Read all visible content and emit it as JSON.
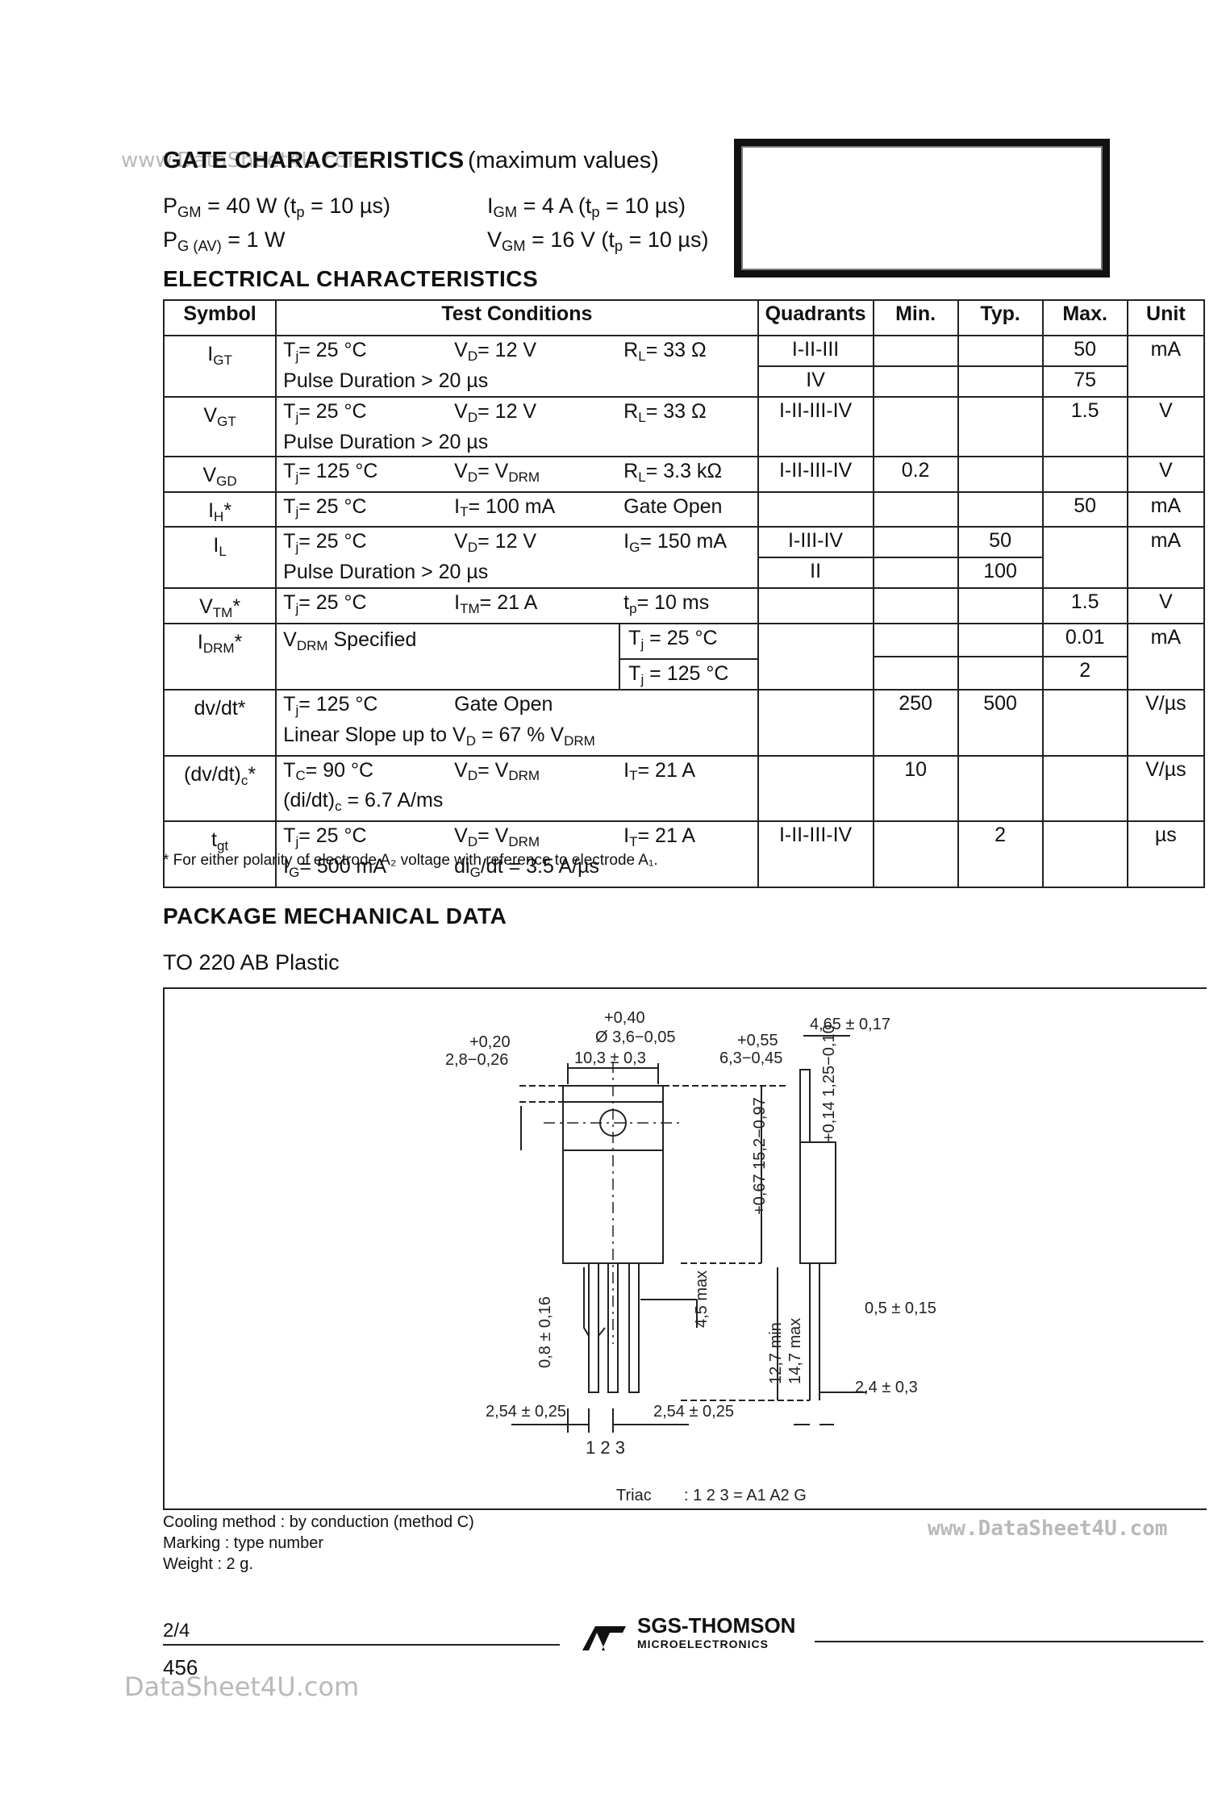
{
  "watermark_top": "www.DataSheet4U.com",
  "gate": {
    "title": "GATE CHARACTERISTICS",
    "subtitle": "(maximum values)",
    "pgm_sym": "P",
    "pgm_sub": "GM",
    "pgm_val": " = 40 W (t",
    "pgm_tsub": "p",
    "pgm_end": " = 10 µs)",
    "igm_sym": "I",
    "igm_sub": "GM",
    "igm_val": " = 4 A (t",
    "igm_tsub": "p",
    "igm_end": " = 10 µs)",
    "pg_sym": "P",
    "pg_sub": "G (AV)",
    "pg_val": " = 1 W",
    "vgm_sym": "V",
    "vgm_sub": "GM",
    "vgm_val": " = 16 V (t",
    "vgm_tsub": "p",
    "vgm_end": " = 10 µs)"
  },
  "elec": {
    "title": "ELECTRICAL  CHARACTERISTICS",
    "headers": [
      "Symbol",
      "Test Conditions",
      "Quadrants",
      "Min.",
      "Typ.",
      "Max.",
      "Unit"
    ],
    "rows": {
      "igt": {
        "s": "I",
        "ss": "GT",
        "tj": "T",
        "tjs": "j",
        "tjv": " =  25 °C",
        "vd": "V",
        "vds": "D",
        "vdv": " = 12 V",
        "rl": "R",
        "rls": "L",
        "rlv": " = 33 Ω",
        "pulse": "Pulse Duration > 20 µs",
        "q1": "I-II-III",
        "q2": "IV",
        "max1": "50",
        "max2": "75",
        "unit": "mA"
      },
      "vgt": {
        "s": "V",
        "ss": "GT",
        "tj": "T",
        "tjs": "j",
        "tjv": " =  25 °C",
        "vd": "V",
        "vds": "D",
        "vdv": " = 12 V",
        "rl": "R",
        "rls": "L",
        "rlv": " = 33 Ω",
        "pulse": "Pulse Duration > 20 µs",
        "q": "I-II-III-IV",
        "max": "1.5",
        "unit": "V"
      },
      "vgd": {
        "s": "V",
        "ss": "GD",
        "tj": "T",
        "tjs": "j",
        "tjv": " = 125 °C",
        "vd": "V",
        "vds": "D",
        "vdv": " = V",
        "vdrm": "DRM",
        "rl": "R",
        "rls": "L",
        "rlv": " = 3.3 kΩ",
        "q": "I-II-III-IV",
        "min": "0.2",
        "unit": "V"
      },
      "ih": {
        "s": "I",
        "ss": "H",
        "star": "*",
        "tj": "T",
        "tjs": "j",
        "tjv": " =  25 °C",
        "it": "I",
        "its": "T",
        "itv": " = 100 mA",
        "go": "Gate Open",
        "max": "50",
        "unit": "mA"
      },
      "il": {
        "s": "I",
        "ss": "L",
        "tj": "T",
        "tjs": "j",
        "tjv": " =  25 °C",
        "vd": "V",
        "vds": "D",
        "vdv": " = 12 V",
        "ig": "I",
        "igs": "G",
        "igv": " = 150 mA",
        "pulse": "Pulse Duration > 20 µs",
        "q1": "I-III-IV",
        "q2": "II",
        "typ1": "50",
        "typ2": "100",
        "unit": "mA"
      },
      "vtm": {
        "s": "V",
        "ss": "TM",
        "star": "*",
        "tj": "T",
        "tjs": "j",
        "tjv": " =  25 °C",
        "itm": "I",
        "itms": "TM",
        "itmv": " = 21 A",
        "tp": "t",
        "tps": "p",
        "tpv": " = 10 ms",
        "max": "1.5",
        "unit": "V"
      },
      "idrm": {
        "s": "I",
        "ss": "DRM",
        "star": "*",
        "vdrm": "V",
        "vdrms": "DRM",
        "spec": " Specified",
        "t1": "T",
        "t1s": "j",
        "t1v": " =  25 °C",
        "t2": "T",
        "t2s": "j",
        "t2v": " = 125 °C",
        "max1": "0.01",
        "max2": "2",
        "unit": "mA"
      },
      "dvdt": {
        "s": "dv/dt*",
        "tj": "T",
        "tjs": "j",
        "tjv": " = 125 °C",
        "go": "Gate Open",
        "lin": "Linear Slope up to V",
        "lins": "D",
        "linv": " = 67 % V",
        "lindrm": "DRM",
        "min": "250",
        "typ": "500",
        "unit": "V/µs"
      },
      "dvdtc": {
        "s": "(dv/dt)",
        "ss": "c",
        "star": "*",
        "tc": "T",
        "tcs": "C",
        "tcv": " = 90 °C",
        "vd": "V",
        "vds": "D",
        "vdv": " = V",
        "vdrm": "DRM",
        "it": "I",
        "its": "T",
        "itv": " = 21 A",
        "di": "(di/dt)",
        "dis": "c",
        "div": " = 6.7 A/ms",
        "min": "10",
        "unit": "V/µs"
      },
      "tgt": {
        "s": "t",
        "ss": "gt",
        "tj": "T",
        "tjs": "j",
        "tjv": " =  25 °C",
        "vd": "V",
        "vds": "D",
        "vdv": " = V",
        "vdrm": "DRM",
        "it": "I",
        "its": "T",
        "itv": " = 21 A",
        "ig": "I",
        "igs": "G",
        "igv": " = 500 mA",
        "dig": "di",
        "digs": "G",
        "digv": "/dt = 3.5 A/µs",
        "q": "I-II-III-IV",
        "typ": "2",
        "unit": "µs"
      }
    },
    "footnote": "* For either polarity of electrode A₂ voltage with reference to electrode A₁."
  },
  "pkg": {
    "title": "PACKAGE MECHANICAL DATA",
    "subtitle": "TO 220 AB  Plastic",
    "dims": {
      "d1a": "+0,40",
      "d1b": "Ø 3,6−0,05",
      "d2a": "+0,20",
      "d2b": "2,8−0,26",
      "d3": "10,3 ± 0,3",
      "d4a": "+0,55",
      "d4b": "6,3−0,45",
      "d5": "4,65 ± 0,17",
      "d6": "+0,14 1,25−0,10",
      "d7": "+0,67 15,2−0,97",
      "d8": "4,5 max",
      "d9": "0,8 ± 0,16",
      "d10": "12,7 min",
      "d11": "14,7 max",
      "d12": "0,5 ± 0,15",
      "d13": "2,54 ± 0,25",
      "d14": "2,54 ± 0,25",
      "d15": "2,4 ± 0,3",
      "pins": "1  2  3"
    },
    "caption_a": "Triac",
    "caption_b": ": 1 2 3 = A1 A2 G",
    "cooling": "Cooling method : by conduction (method C)",
    "marking": "Marking : type number",
    "weight": "Weight : 2 g.",
    "watermark_right": "www.DataSheet4U.com"
  },
  "footer": {
    "page": "2/4",
    "brand": "SGS-THOMSON",
    "brand_sub": "MICROELECTRONICS",
    "num": "456",
    "watermark": "DataSheet4U.com"
  }
}
